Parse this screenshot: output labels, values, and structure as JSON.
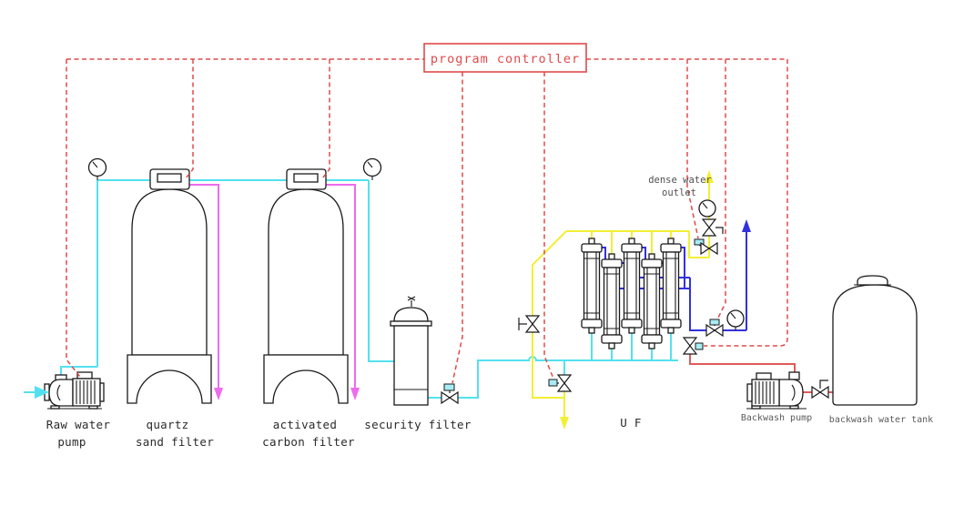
{
  "controller": {
    "label": "program controller"
  },
  "labels": {
    "raw_water_pump_l1": "Raw water",
    "raw_water_pump_l2": "pump",
    "quartz_filter_l1": "quartz",
    "quartz_filter_l2": "sand filter",
    "carbon_filter_l1": "activated",
    "carbon_filter_l2": "carbon filter",
    "security_filter": "security filter",
    "uf": "U F",
    "dense_water_l1": "dense water",
    "dense_water_l2": "outlet",
    "backwash_pump": "Backwash pump",
    "backwash_tank": "backwash water tank"
  },
  "uf_module_count": 5,
  "colors": {
    "signal_red": "#e04a4a",
    "pipe_cyan": "#53e1ef",
    "pipe_magenta": "#ee6bee",
    "pipe_yellow": "#f2ef35",
    "pipe_blue": "#3232dd",
    "pipe_red": "#e05a5a",
    "outline": "#1a1a1a"
  }
}
